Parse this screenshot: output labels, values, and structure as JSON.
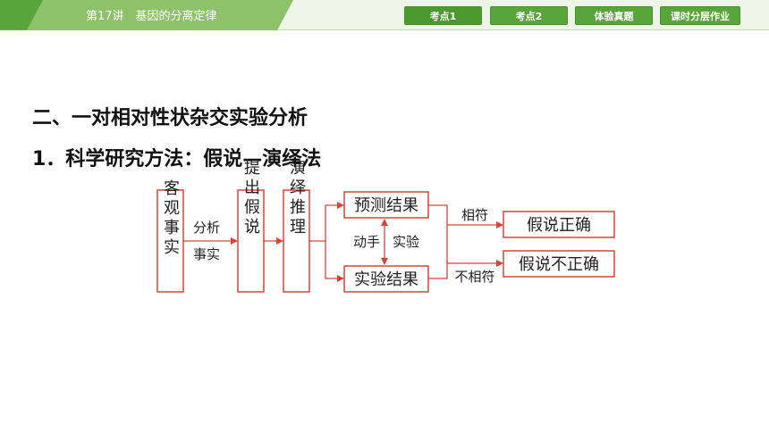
{
  "header": {
    "lesson_title": "第17讲　基因的分离定律",
    "tabs": [
      {
        "label": "考点1"
      },
      {
        "label": "考点2"
      },
      {
        "label": "体验真题"
      },
      {
        "label": "课时分层作业"
      }
    ]
  },
  "content": {
    "section_heading": "二、一对相对性状杂交实验分析",
    "subheading": "1．科学研究方法：假说—演绎法"
  },
  "diagram": {
    "box_fact": "客观事实",
    "label_analyze_1": "分析",
    "label_analyze_2": "事实",
    "box_hypothesis": "提出假说",
    "box_deduction": "演绎推理",
    "box_predict": "预测结果",
    "box_experiment": "实验结果",
    "label_hands_on_1": "动手",
    "label_hands_on_2": "实验",
    "label_match": "相符",
    "label_mismatch": "不相符",
    "box_correct": "假说正确",
    "box_incorrect": "假说不正确",
    "colors": {
      "box_border": "#d9433a",
      "arrow": "#d9433a"
    }
  },
  "colors": {
    "accent": "#5aa53b",
    "header_band": "#8dc26b"
  }
}
